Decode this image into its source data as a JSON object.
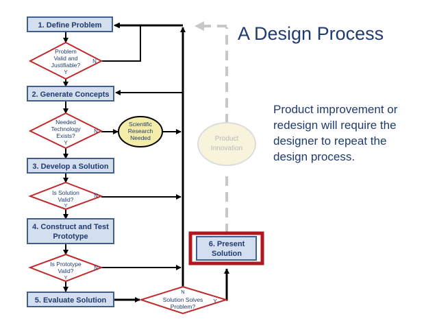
{
  "title": "A Design Process",
  "note": "Product improvement or redesign will require the designer to repeat the design process.",
  "steps": [
    {
      "label": "1. Define Problem"
    },
    {
      "label": "2. Generate Concepts"
    },
    {
      "label": "3. Develop a Solution"
    },
    {
      "label": "4. Construct and Test",
      "label2": "Prototype"
    },
    {
      "label": "5.  Evaluate Solution"
    },
    {
      "label": "6.  Present",
      "label2": "Solution"
    }
  ],
  "decisions": [
    {
      "lines": [
        "Problem",
        "Valid and",
        "Justifiable?"
      ]
    },
    {
      "lines": [
        "Needed",
        "Technology",
        "Exists?"
      ]
    },
    {
      "lines": [
        "Is Solution",
        "Valid?"
      ]
    },
    {
      "lines": [
        "Is Prototype",
        "Valid?"
      ]
    },
    {
      "lines": [
        "Solution Solves",
        "Problem?"
      ]
    }
  ],
  "research": {
    "lines": [
      "Scientific",
      "Research",
      "Needed"
    ]
  },
  "innovation": {
    "lines": [
      "Product",
      "Innovation"
    ]
  },
  "yes_label": "Y",
  "no_label": "N",
  "colors": {
    "box_fill": "#d3deee",
    "box_border": "#3f5f8c",
    "box_text": "#1f3a6e",
    "diamond_border": "#c0282b",
    "research_fill": "#f3eda9",
    "highlight": "#b1171d",
    "dashed": "#c7c7c7",
    "title": "#1f3a6e"
  }
}
